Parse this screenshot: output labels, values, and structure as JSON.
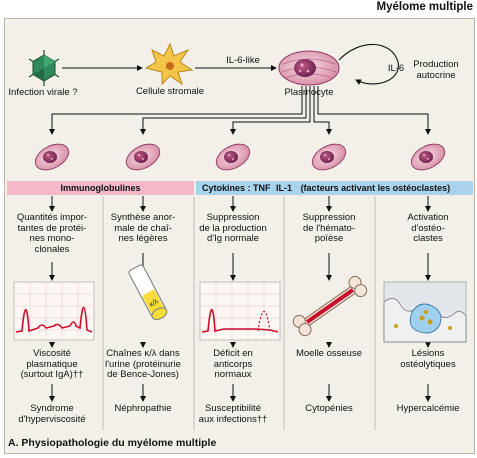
{
  "header": {
    "title": "Myélome multiple"
  },
  "caption": "A. Physiopathologie du myélome multiple",
  "colors": {
    "pink_band": "#f4b8c8",
    "blue_band": "#a9d3ec",
    "plasma_cell": "#d06a8e",
    "curve": "#c8102e",
    "stromal": "#f3c64a",
    "virus": "#2e8a5a"
  },
  "top": {
    "virus_label": "Infection virale ?",
    "stromal_label": "Cellule stromale",
    "signal_il6like": "IL-6-like",
    "plasmocyte_label": "Plasmocyte",
    "autocrine_signal": "IL-6",
    "autocrine_label": "Production autocrine"
  },
  "bands": {
    "pink": "Immunoglobulines",
    "blue_part1": "Cytokines : TNF",
    "blue_part2": "IL-1",
    "blue_part3": "(facteurs activant les ostéoclastes)"
  },
  "columns": [
    {
      "mechanism": [
        "Quantités impor-",
        "tantes de protéi-",
        "nes mono-",
        "clonales"
      ],
      "effect": [
        "Viscosité",
        "plasmatique",
        "(surtout IgA)††"
      ],
      "outcome": [
        "Syndrome",
        "d'hyperviscosité"
      ]
    },
    {
      "mechanism": [
        "Synthèse anor-",
        "male de chaî-",
        "nes légères"
      ],
      "effect": [
        "Chaînes κ/λ dans",
        "l'urine (protéinurie",
        "de Bence-Jones)"
      ],
      "outcome": [
        "Néphropathie"
      ]
    },
    {
      "mechanism": [
        "Suppression",
        "de la production",
        "d'Ig normale"
      ],
      "effect": [
        "Déficit en",
        "anticorps",
        "normaux"
      ],
      "outcome": [
        "Susceptibilité",
        "aux infections††"
      ]
    },
    {
      "mechanism": [
        "Suppression",
        "de l'hémato-",
        "poïèse"
      ],
      "effect": [
        "Moelle osseuse"
      ],
      "outcome": [
        "Cytopénies"
      ]
    },
    {
      "mechanism": [
        "Activation",
        "d'ostéo-",
        "clastes"
      ],
      "effect": [
        "Lésions",
        "ostéolytiques"
      ],
      "outcome": [
        "Hypercalcémie"
      ]
    }
  ],
  "tube_label": "κ/λ"
}
